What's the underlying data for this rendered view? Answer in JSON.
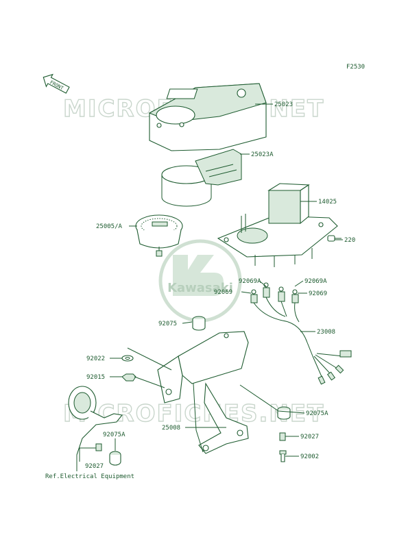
{
  "diagram": {
    "code": "F2530",
    "front_label": "FRONT",
    "watermark": "MICROFICHES.NET",
    "logo_text": "Kawasaki",
    "reference_note": "Ref.Electrical Equipment"
  },
  "callouts": [
    {
      "id": "c1",
      "text": "25023"
    },
    {
      "id": "c2",
      "text": "25023A"
    },
    {
      "id": "c3",
      "text": "14025"
    },
    {
      "id": "c4",
      "text": "25005/A"
    },
    {
      "id": "c5",
      "text": "220"
    },
    {
      "id": "c6",
      "text": "92069A"
    },
    {
      "id": "c7",
      "text": "92069A"
    },
    {
      "id": "c8",
      "text": "92069"
    },
    {
      "id": "c9",
      "text": "92069"
    },
    {
      "id": "c10",
      "text": "92075"
    },
    {
      "id": "c11",
      "text": "23008"
    },
    {
      "id": "c12",
      "text": "92022"
    },
    {
      "id": "c13",
      "text": "92015"
    },
    {
      "id": "c14",
      "text": "92075A"
    },
    {
      "id": "c15",
      "text": "25008"
    },
    {
      "id": "c16",
      "text": "92027"
    },
    {
      "id": "c17",
      "text": "92075A"
    },
    {
      "id": "c18",
      "text": "92002"
    },
    {
      "id": "c19",
      "text": "92027"
    }
  ]
}
